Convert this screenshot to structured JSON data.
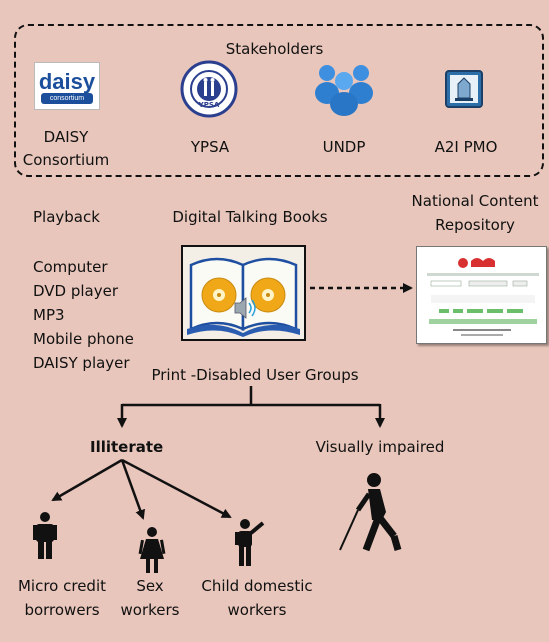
{
  "stakeholders": {
    "title": "Stakeholders",
    "items": [
      {
        "label_line1": "DAISY",
        "label_line2": "Consortium",
        "logo_text": "daisy",
        "logo_subtext": "consortium"
      },
      {
        "label_line1": "YPSA",
        "label_line2": "",
        "logo_text": "YPSA"
      },
      {
        "label_line1": "UNDP",
        "label_line2": ""
      },
      {
        "label_line1": "A2I PMO",
        "label_line2": ""
      }
    ]
  },
  "playback": {
    "heading": "Playback",
    "devices": [
      "Computer",
      "DVD player",
      "MP3",
      "Mobile phone",
      "DAISY player"
    ]
  },
  "dtb": {
    "title": "Digital Talking Books"
  },
  "repository": {
    "title_line1": "National Content",
    "title_line2": "Repository"
  },
  "user_groups": {
    "title": "Print -Disabled User Groups"
  },
  "illiterate": {
    "label": "Illiterate",
    "groups": [
      {
        "line1": "Micro credit",
        "line2": "borrowers"
      },
      {
        "line1": "Sex",
        "line2": "workers"
      },
      {
        "line1": "Child domestic",
        "line2": "workers"
      }
    ]
  },
  "visually_impaired": {
    "label": "Visually impaired"
  },
  "colors": {
    "background": "#e8c6bb",
    "ink": "#111111",
    "undp_blue": "#2f7fd1",
    "daisy_blue": "#1b4f9c",
    "cd_gold": "#f0a818"
  }
}
